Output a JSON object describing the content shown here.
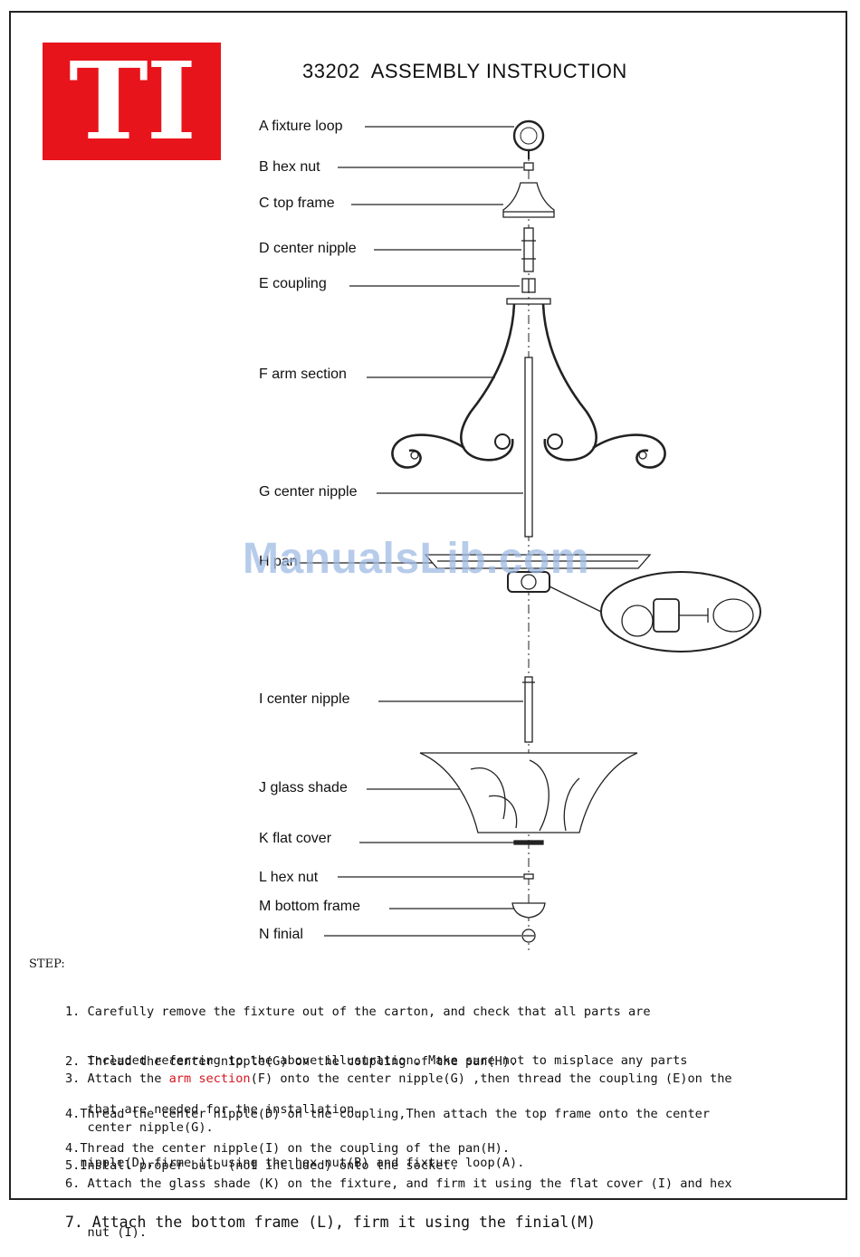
{
  "logo": {
    "text": "TI",
    "color": "#e8141c"
  },
  "title": "33202  ASSEMBLY INSTRUCTION",
  "parts": [
    "A fixture loop",
    "B hex nut",
    "C top frame",
    "D center nipple",
    "E coupling",
    "F arm section",
    "G center nipple",
    "H pan",
    "I center nipple",
    "J glass shade",
    "K flat cover",
    "L hex nut",
    "M bottom frame",
    "N finial"
  ],
  "watermark": "ManualsLib.com",
  "steps_heading": "STEP:",
  "steps": [
    {
      "lines": [
        "1. Carefully remove the fixture out of the carton, and check that all parts are",
        "   included referring to the above illustration. Make sure not to misplace any parts",
        "   that are needed for the installation."
      ]
    },
    {
      "lines": [
        "2. Thread the center nipple(G) on the coupling of the pan(H)."
      ]
    },
    {
      "prefix": "3. Attach the ",
      "highlight": "arm section",
      "suffix": "(F) onto the center nipple(G) ,then thread the coupling (E)on the",
      "lines": [
        "   center nipple(G)."
      ]
    },
    {
      "lines": [
        "4.Thread the center nipple(D) on the coupling,Then attach the top frame onto the center",
        "  nipple(D),firme it using the hex nut(B) and fixture loop(A)."
      ]
    },
    {
      "lines": [
        "4.Thread the center nipple(I) on the coupling of the pan(H)."
      ]
    },
    {
      "lines": [
        "5.Install proper bulb (not included) onto the socket."
      ]
    },
    {
      "lines": [
        "6. Attach the glass shade (K) on the fixture, and firm it using the flat cover (I) and hex",
        "   nut (I)."
      ]
    },
    {
      "lines": [
        "7. Attach the bottom frame (L), firm it using the finial(M)"
      ]
    }
  ]
}
